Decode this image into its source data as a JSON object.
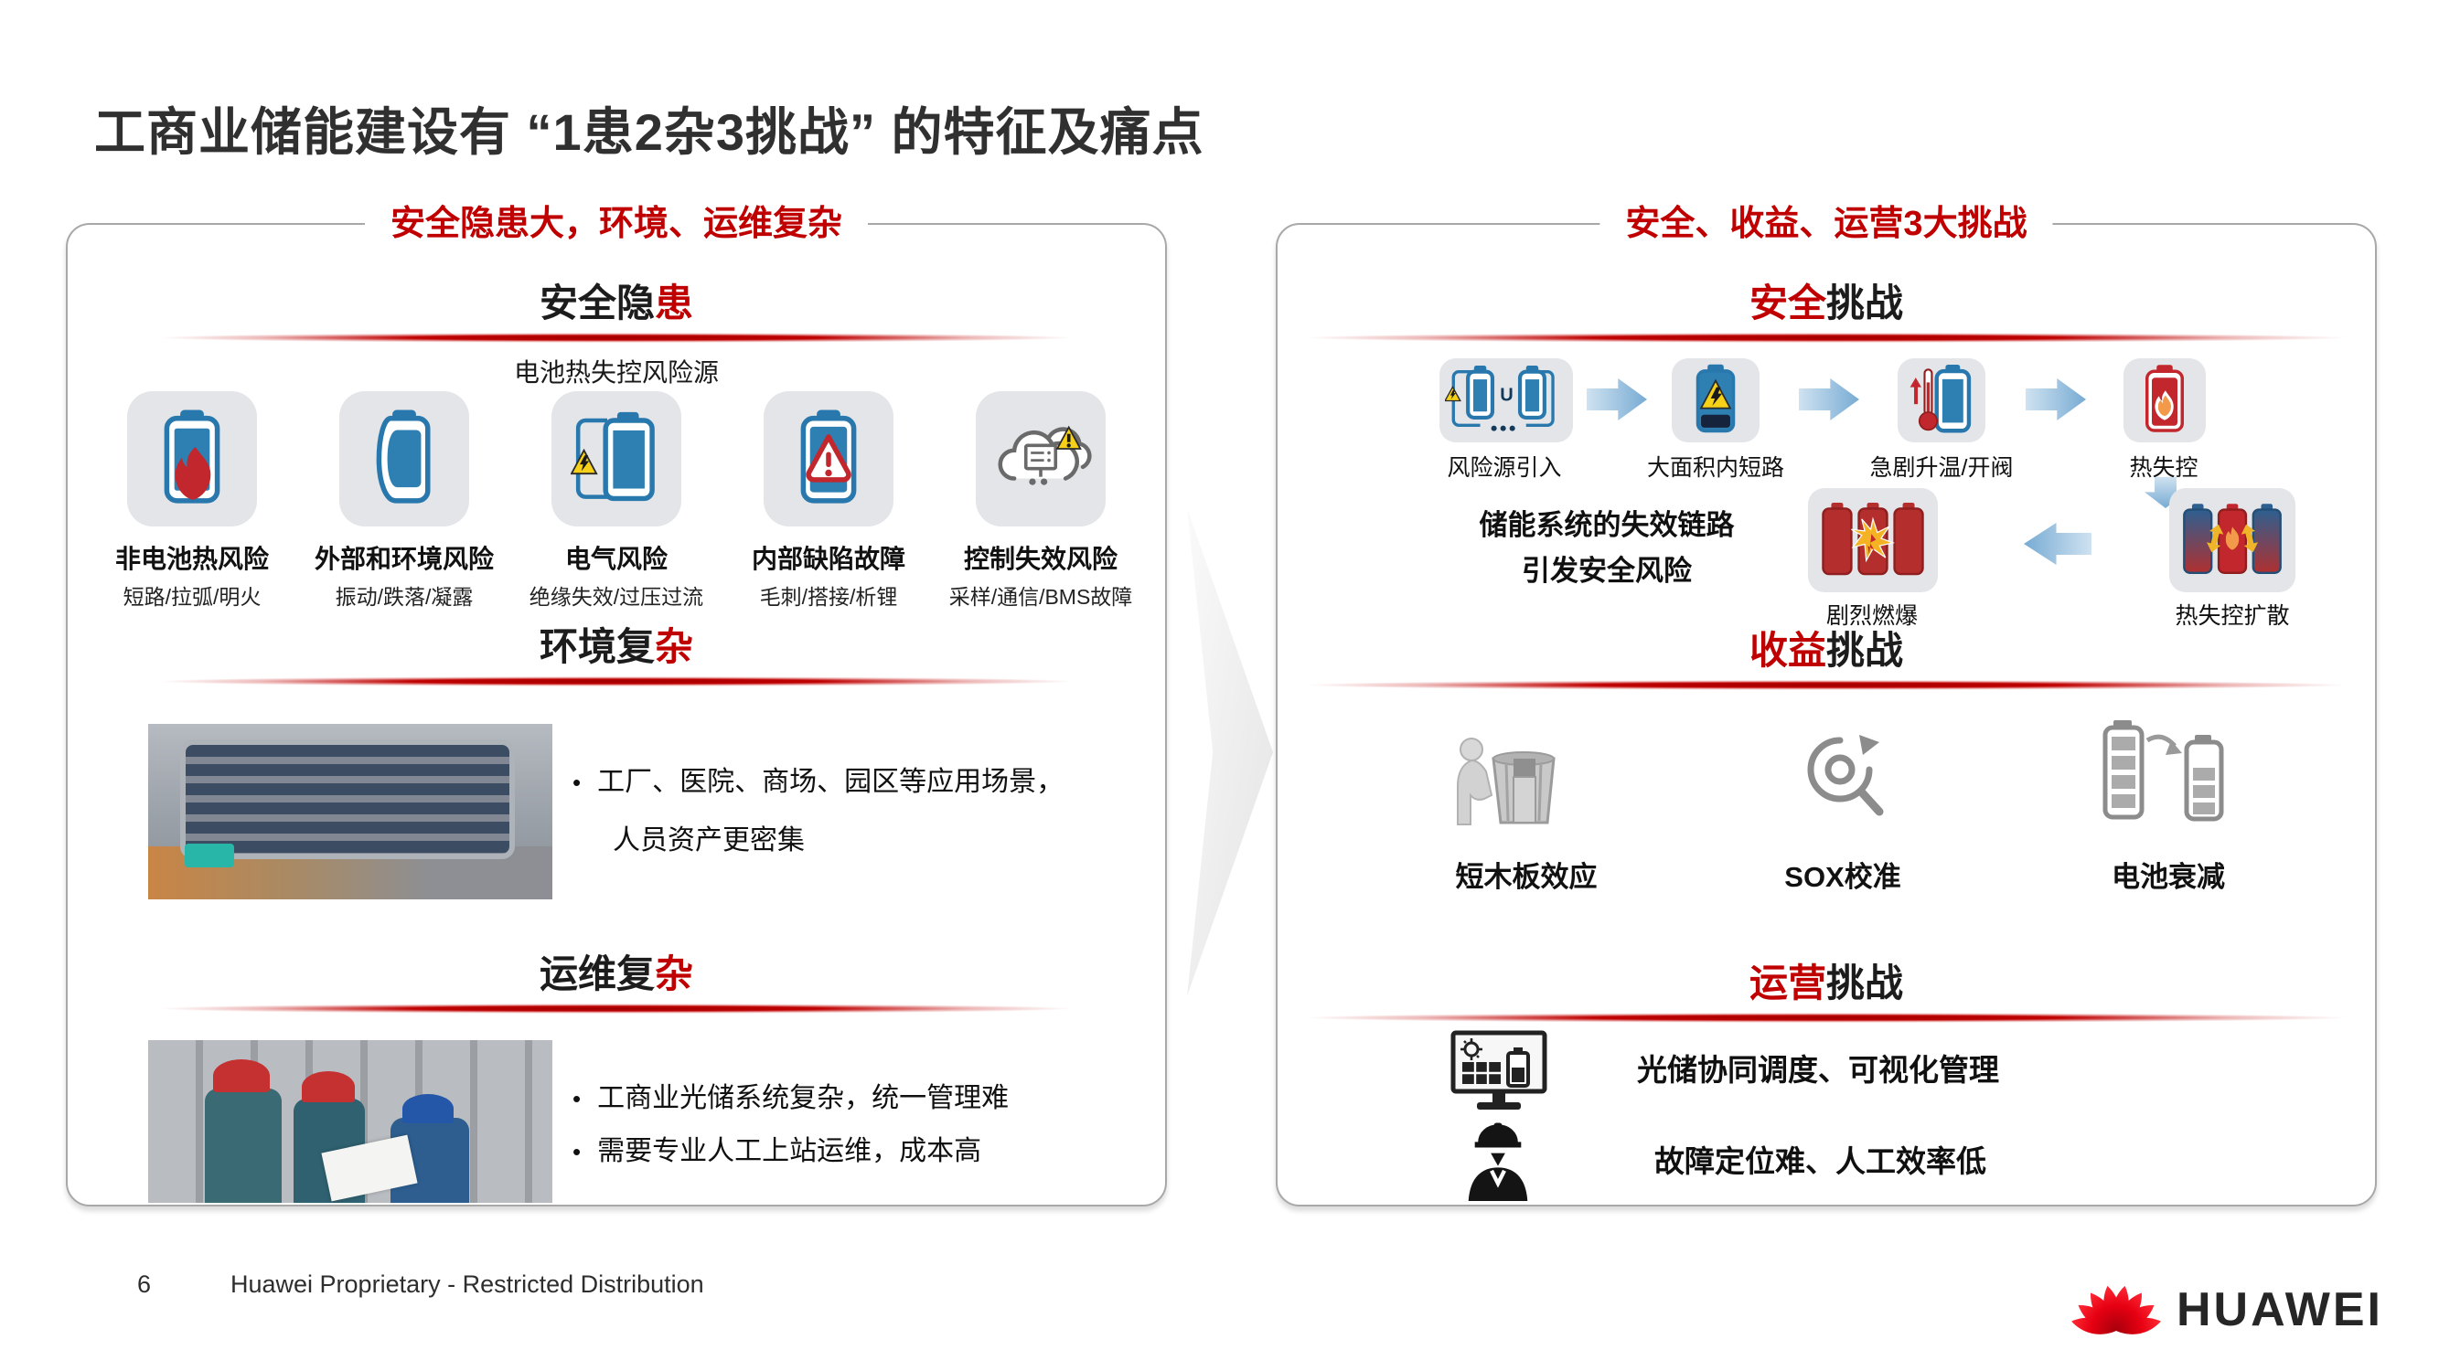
{
  "title": "工商业储能建设有 “1患2杂3挑战” 的特征及痛点",
  "colors": {
    "accent_red": "#c00000",
    "dark_text": "#303030",
    "tile_gray": "#e3e5e8",
    "battery_blue": "#2878ad",
    "alert_red": "#c1272d",
    "warning_yellow": "#f7d117",
    "arrow_blue": "#77abd3"
  },
  "left_panel": {
    "header": "安全隐患大，环境、运维复杂",
    "safety": {
      "title_black": "安全隐",
      "title_red": "患",
      "subtitle": "电池热失控风险源",
      "risks": [
        {
          "icon": "battery-flame-icon",
          "name": "非电池热风险",
          "detail": "短路/拉弧/明火"
        },
        {
          "icon": "battery-swollen-icon",
          "name": "外部和环境风险",
          "detail": "振动/跌落/凝露"
        },
        {
          "icon": "battery-electric-icon",
          "name": "电气风险",
          "detail": "绝缘失效/过压过流"
        },
        {
          "icon": "battery-defect-icon",
          "name": "内部缺陷故障",
          "detail": "毛刺/搭接/析锂"
        },
        {
          "icon": "cloud-bms-fault-icon",
          "name": "控制失效风险",
          "detail": "采样/通信/BMS故障"
        }
      ]
    },
    "environment": {
      "title_black": "环境复",
      "title_red": "杂",
      "bullet_line1": "工厂、医院、商场、园区等应用场景，",
      "bullet_line2": "人员资产更密集"
    },
    "maintenance": {
      "title_black": "运维复",
      "title_red": "杂",
      "bullet1": "工商业光储系统复杂，统一管理难",
      "bullet2": "需要专业人工上站运维，成本高"
    }
  },
  "right_panel": {
    "header": "安全、收益、运营3大挑战",
    "safety_challenge": {
      "title_red": "安全",
      "title_black": "挑战",
      "flow": [
        {
          "icon": "risk-source-batteries-icon",
          "label": "风险源引入"
        },
        {
          "icon": "battery-short-circuit-icon",
          "label": "大面积内短路"
        },
        {
          "icon": "battery-heating-icon",
          "label": "急剧升温/开阀"
        },
        {
          "icon": "battery-thermal-runaway-icon",
          "label": "热失控"
        },
        {
          "icon": "batteries-explosion-icon",
          "label": "剧烈燃爆"
        },
        {
          "icon": "batteries-spread-icon",
          "label": "热失控扩散"
        }
      ],
      "note_line1": "储能系统的失效链路",
      "note_line2": "引发安全风险"
    },
    "revenue_challenge": {
      "title_red": "收益",
      "title_black": "挑战",
      "items": [
        {
          "icon": "short-plank-bucket-icon",
          "label": "短木板效应"
        },
        {
          "icon": "sox-calibration-icon",
          "label": "SOX校准"
        },
        {
          "icon": "battery-degradation-icon",
          "label": "电池衰减"
        }
      ]
    },
    "operation_challenge": {
      "title_red": "运营",
      "title_black": "挑战",
      "rows": [
        {
          "icon": "pv-storage-monitor-icon",
          "label": "光储协同调度、可视化管理"
        },
        {
          "icon": "field-worker-icon",
          "label": "故障定位难、人工效率低"
        }
      ]
    }
  },
  "footer": {
    "page_number": "6",
    "classification": "Huawei Proprietary - Restricted Distribution"
  },
  "brand": {
    "logo_icon": "huawei-flower-icon",
    "name": "HUAWEI"
  }
}
